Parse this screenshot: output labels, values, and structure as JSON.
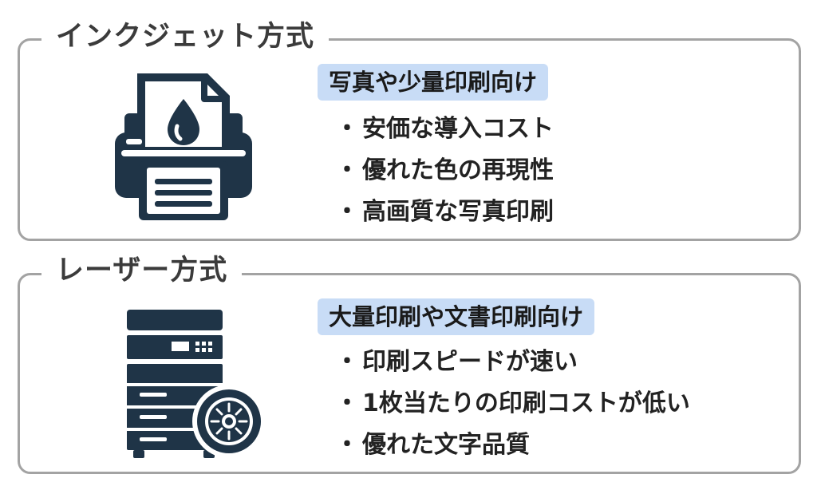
{
  "inkjet": {
    "title": "インクジェット方式",
    "badge": "写真や少量印刷向け",
    "features": [
      "安価な導入コスト",
      "優れた色の再現性",
      "高画質な写真印刷"
    ],
    "icon": "inkjet-printer-icon"
  },
  "laser": {
    "title": "レーザー方式",
    "badge": "大量印刷や文書印刷向け",
    "features": [
      "印刷スピードが速い",
      "1枚当たりの印刷コストが低い",
      "優れた文字品質"
    ],
    "icon": "laser-copier-icon"
  },
  "colors": {
    "icon": "#1f3447",
    "badge_bg": "#c8dcf6",
    "border": "#a3a3a3",
    "title": "#3b3b3b"
  }
}
